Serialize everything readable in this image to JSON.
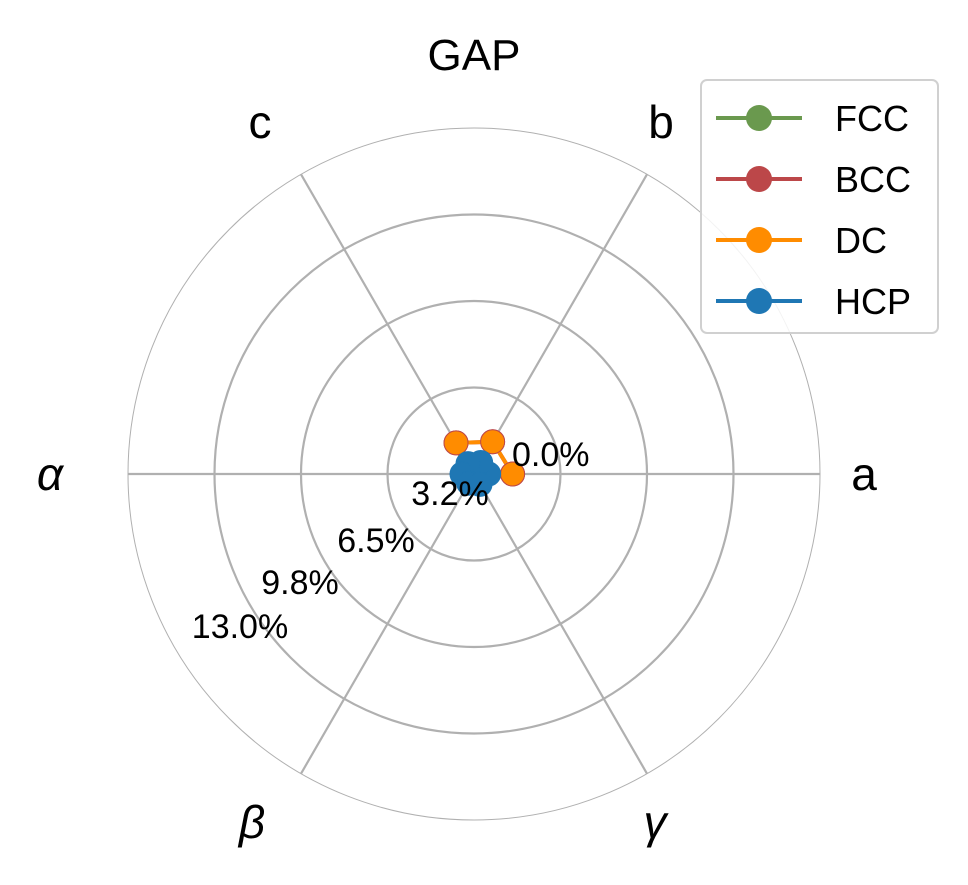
{
  "chart_data": {
    "type": "radar",
    "title": "GAP",
    "axes": [
      "a",
      "b",
      "c",
      "α",
      "β",
      "γ"
    ],
    "radial_ticks": [
      0.0,
      3.25,
      6.5,
      9.75,
      13.0
    ],
    "radial_tick_labels": [
      "0.0%",
      "3.2%",
      "6.5%",
      "9.8%",
      "13.0%"
    ],
    "rlim": [
      0,
      13.0
    ],
    "unit": "%",
    "grid": true,
    "legend_position": "top-right",
    "series": [
      {
        "name": "FCC",
        "color": "#6a994e",
        "values": [
          0.3,
          0.3,
          0.3,
          0.3,
          0.3,
          0.3
        ]
      },
      {
        "name": "BCC",
        "color": "#bc4749",
        "values": [
          1.45,
          1.4,
          1.35,
          0.3,
          0.3,
          0.3
        ]
      },
      {
        "name": "DC",
        "color": "#ff8c00",
        "values": [
          1.45,
          1.4,
          1.35,
          0.3,
          0.3,
          0.3
        ]
      },
      {
        "name": "HCP",
        "color": "#1f77b4",
        "values": [
          0.55,
          0.5,
          0.45,
          0.45,
          0.4,
          0.45
        ]
      }
    ]
  }
}
